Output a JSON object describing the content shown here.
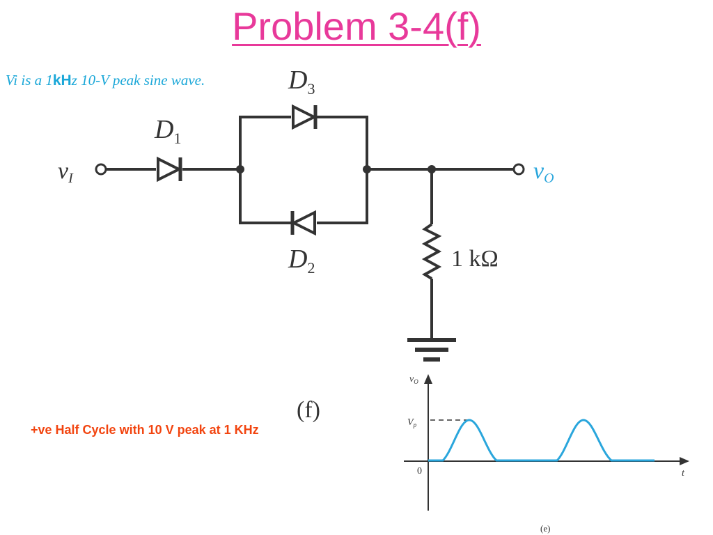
{
  "title": "Problem 3-4(f)",
  "note": {
    "prefix": "Vi is a 1",
    "unit": "kH",
    "suffix": "z 10-V peak sine wave."
  },
  "circuit": {
    "input_label": "v",
    "input_sub": "I",
    "output_label": "v",
    "output_sub": "O",
    "d1_label": "D",
    "d1_sub": "1",
    "d2_label": "D",
    "d2_sub": "2",
    "d3_label": "D",
    "d3_sub": "3",
    "resistor_label": "1 kΩ",
    "figure_label": "(f)"
  },
  "caption": "+ve Half Cycle with 10 V peak at 1 KHz",
  "waveform": {
    "y_axis_label": "v",
    "y_axis_sub": "O",
    "peak_label": "V",
    "peak_sub": "p",
    "origin_label": "0",
    "x_axis_label": "t",
    "figure_label": "(e)",
    "color": "#2aa6dc"
  },
  "colors": {
    "title": "#e8399a",
    "note": "#1aa7d8",
    "caption": "#f2440f",
    "wire": "#333333"
  }
}
